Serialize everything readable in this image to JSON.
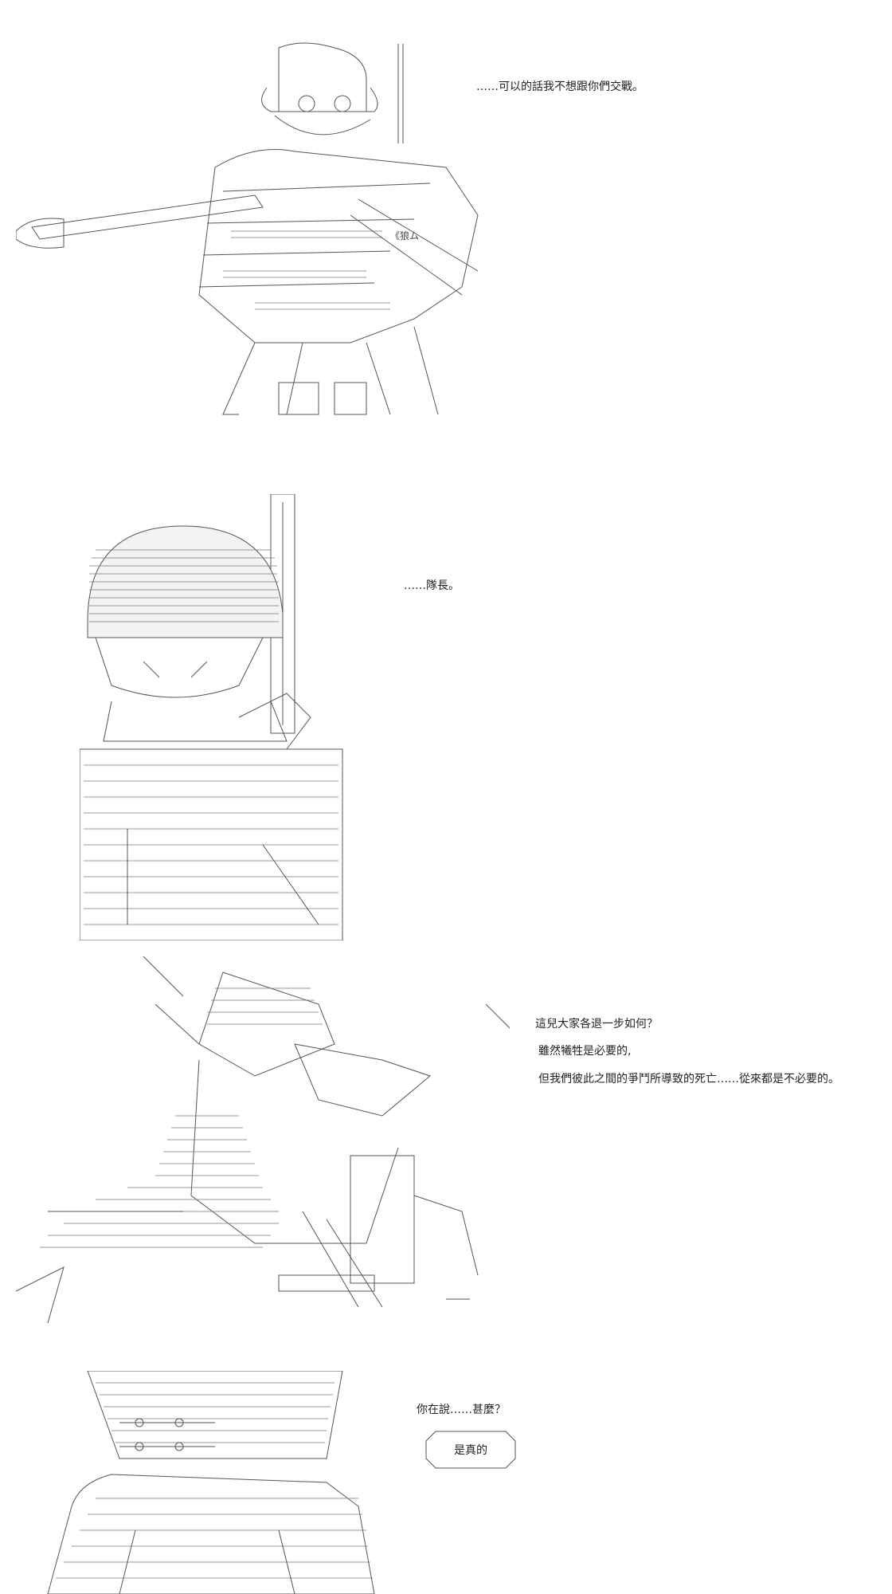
{
  "panels": [
    {
      "lines": [
        "……可以的話我不想跟你們交戰。"
      ]
    },
    {
      "lines": [
        "……隊長。"
      ]
    },
    {
      "lines": [
        "這兒大家各退一步如何？",
        "雖然犧牲是必要的,",
        "但我們彼此之間的爭鬥所導致的死亡……從來都是不必要的。"
      ]
    },
    {
      "lines": [
        "你在說……甚麼？"
      ],
      "bubble": "是真的"
    }
  ]
}
